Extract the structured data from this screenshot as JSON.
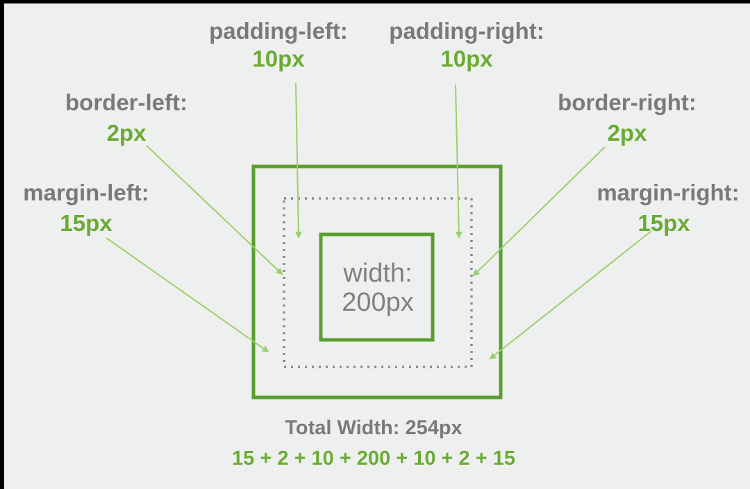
{
  "labels": {
    "padding_left": {
      "name": "padding-left:",
      "value": "10px"
    },
    "padding_right": {
      "name": "padding-right:",
      "value": "10px"
    },
    "border_left": {
      "name": "border-left:",
      "value": "2px"
    },
    "border_right": {
      "name": "border-right:",
      "value": "2px"
    },
    "margin_left": {
      "name": "margin-left:",
      "value": "15px"
    },
    "margin_right": {
      "name": "margin-right:",
      "value": "15px"
    }
  },
  "content": {
    "line1": "width:",
    "line2": "200px"
  },
  "footer": {
    "total": "Total Width: 254px",
    "formula": "15 + 2 + 10 + 200 + 10 + 2 + 15"
  },
  "colors": {
    "background": "#eef0ef",
    "label_gray": "#7a7a7a",
    "value_green": "#6bab35",
    "box_green": "#5a9e2f",
    "arrow_green": "#9ccf6a",
    "dotted_gray": "#8a8a8a"
  }
}
